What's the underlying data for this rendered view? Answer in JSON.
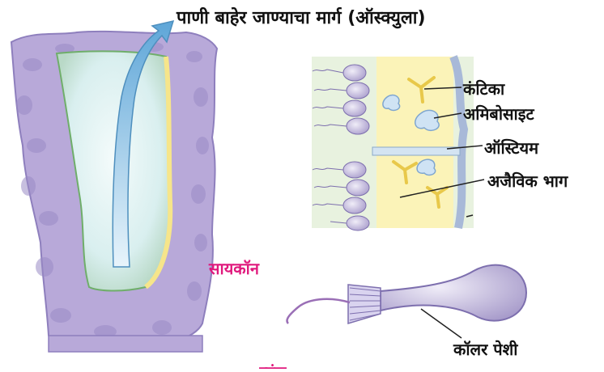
{
  "diagram": {
    "title": "पाणी बाहेर जाण्याचा मार्ग (ऑस्क्युला)",
    "labels": {
      "kantika": "कंटिका",
      "amibosite": "अमिबोसाइट",
      "ostiyam": "ऑस्टियम",
      "ajaivik": "अजैविक भाग",
      "sycon": "सायकॉन",
      "collar_cell": "कॉलर पेशी",
      "bottom_cut": "स्पंज"
    },
    "colors": {
      "sponge_body": "#b7a9d8",
      "sponge_dark": "#8e7fbd",
      "cavity": "#e3f2f3",
      "mesohyl": "#fbf3b8",
      "wall_green": "#dff0d8",
      "arrow": "#7fb7df",
      "pink_label": "#e0197d"
    }
  }
}
